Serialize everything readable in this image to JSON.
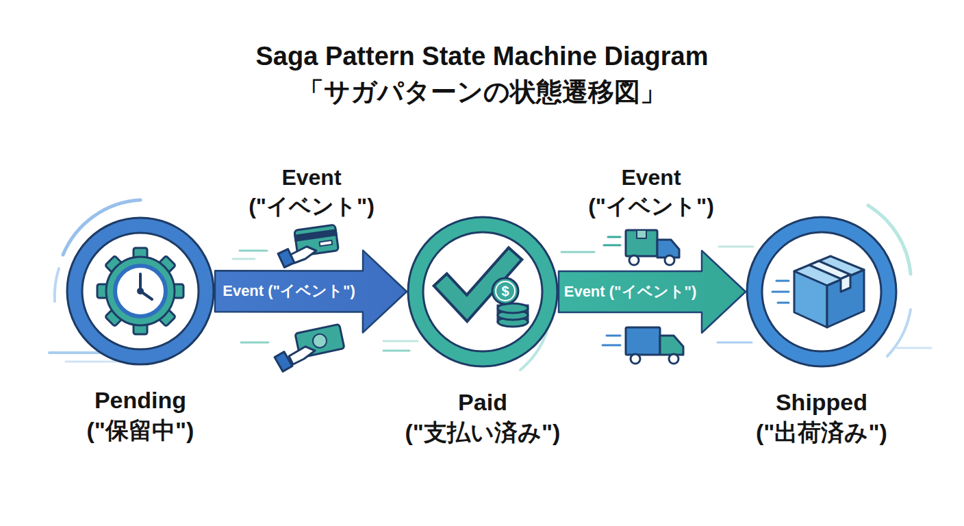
{
  "diagram": {
    "title": "Saga Pattern State Machine Diagram",
    "caption": "「サガパターンの状態遷移図」",
    "nodes": [
      {
        "text": [
          "Pending (\"保留中\")"
        ]
      },
      {
        "text": [
          "Paid (\"支払い済み\")"
        ]
      },
      {
        "text": [
          "Shipped (\"出荷済み\")"
        ]
      }
    ],
    "edges": [
      {
        "from": 0,
        "to": 1,
        "label": "Event (\"イベント\")",
        "arrow": "to"
      },
      {
        "from": 1,
        "to": 2,
        "label": "Event (\"イベント\")",
        "arrow": "to"
      }
    ],
    "labels": [
      "Event (\"イベント\")",
      "Event (\"イベント\")",
      "$"
    ]
  }
}
